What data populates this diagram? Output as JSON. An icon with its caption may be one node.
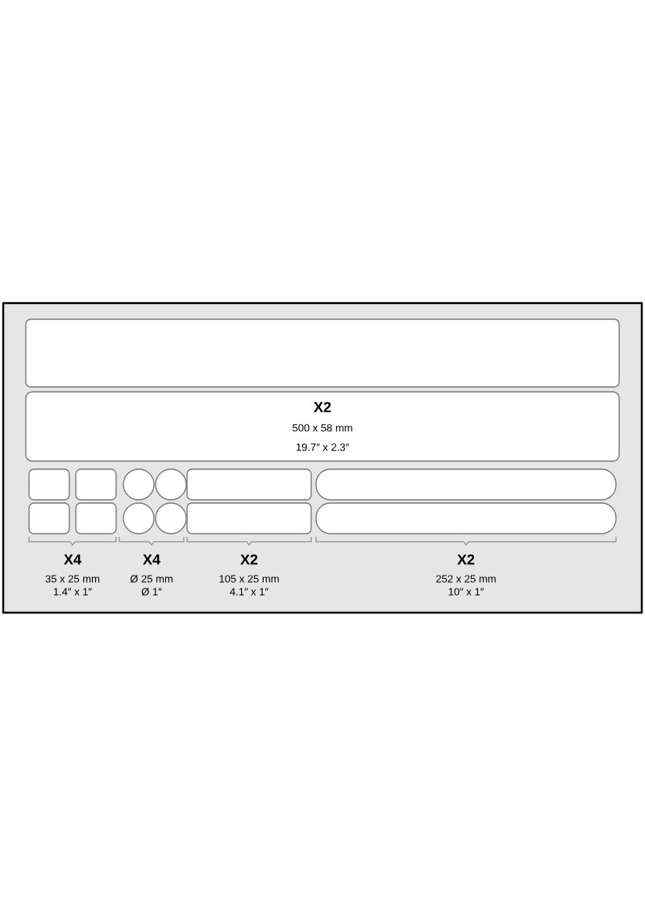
{
  "diagram": {
    "nodes": [
      {
        "text": [],
        "shape": "box"
      },
      {
        "text": [
          "X2",
          "500 x 58 mm",
          "19.7″ x 2.3″"
        ]
      },
      {
        "text": [],
        "shape": "box"
      },
      {
        "text": [],
        "shape": "box"
      },
      {
        "text": [],
        "shape": "circle"
      },
      {
        "text": [],
        "shape": "circle"
      },
      {
        "text": [],
        "shape": "box"
      },
      {
        "text": [],
        "shape": "bar"
      },
      {
        "text": [],
        "shape": "box"
      },
      {
        "text": [],
        "shape": "box"
      },
      {
        "text": [],
        "shape": "circle"
      },
      {
        "text": [],
        "shape": "circle"
      },
      {
        "text": [],
        "shape": "box"
      },
      {
        "text": [],
        "shape": "bar"
      }
    ],
    "labels": [
      "X4",
      "35 x 25 mm",
      "1.4″ x 1″",
      "X4",
      "Ø 25 mm",
      "Ø 1″",
      "X2",
      "105 x 25 mm",
      "4.1″ x 1″",
      "X2",
      "252 x 25 mm",
      "10″ x 1″"
    ]
  }
}
